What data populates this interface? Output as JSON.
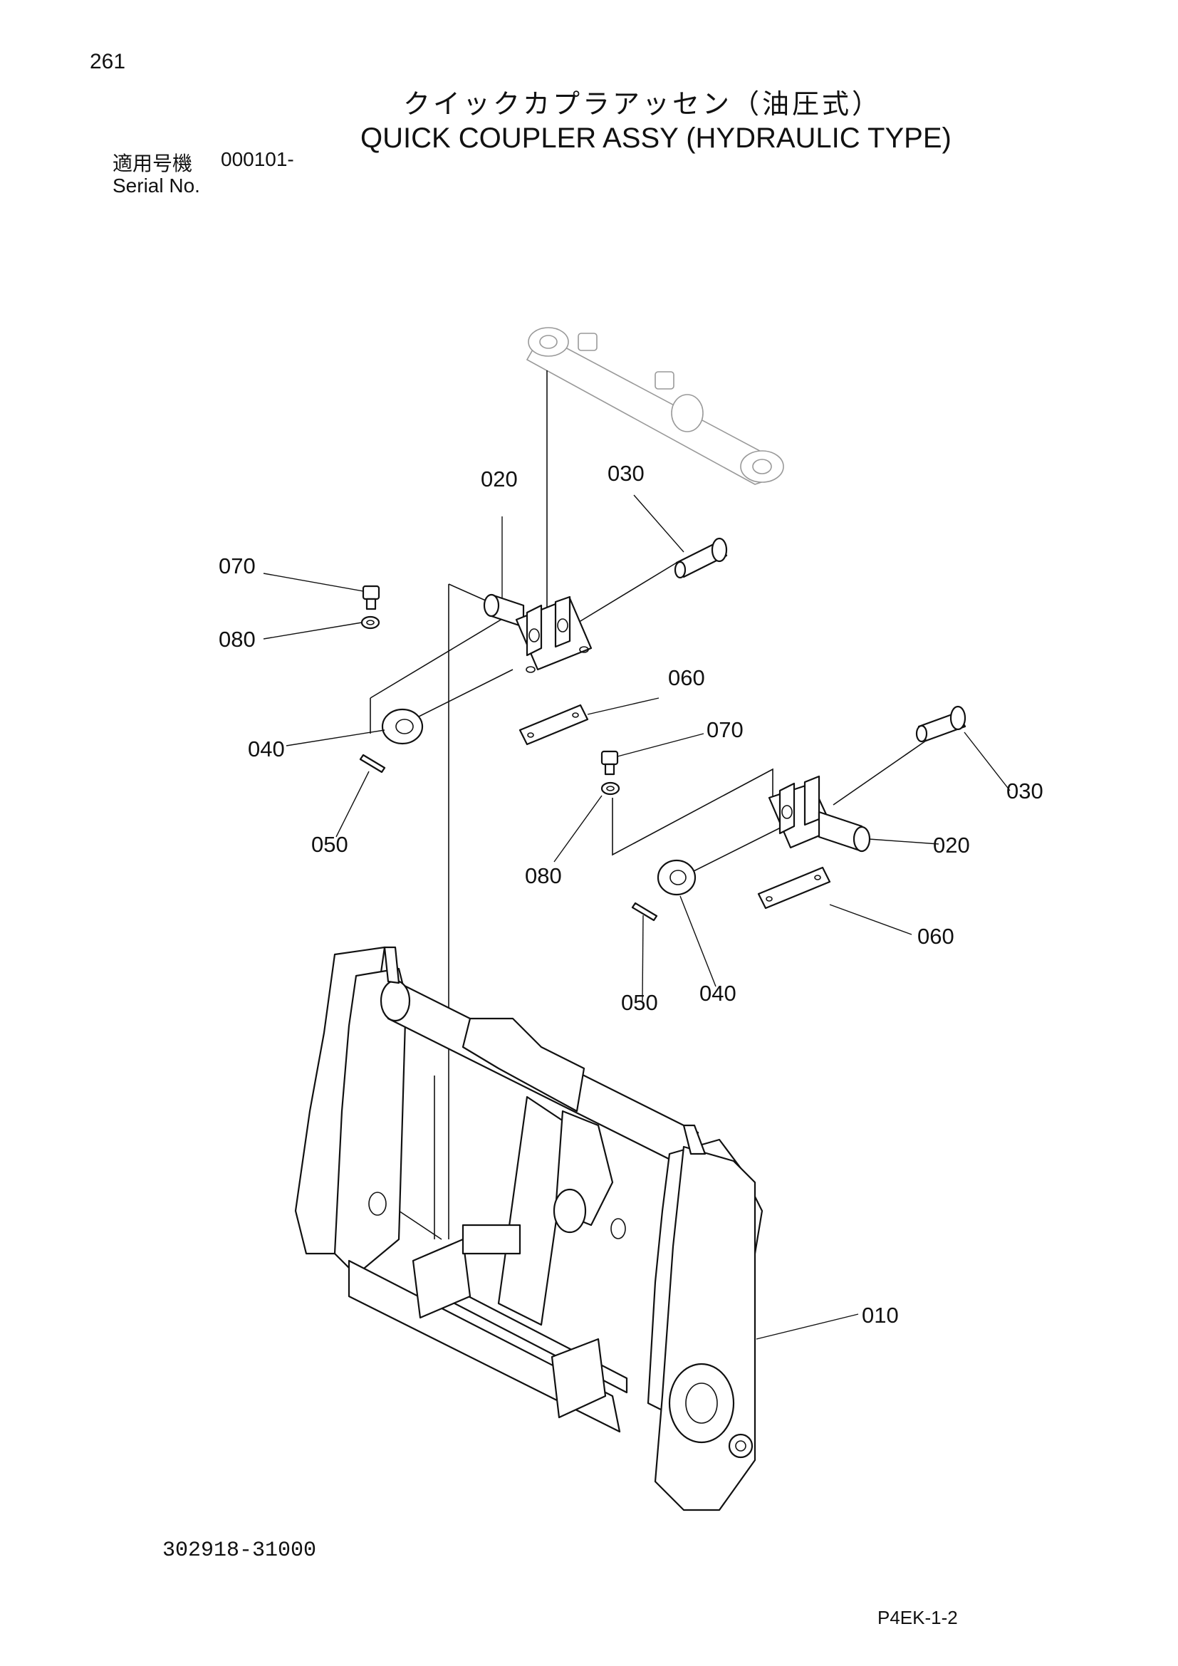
{
  "page": {
    "number": "261",
    "title_jp": "クイックカプラアッセン（油圧式）",
    "title_en": "QUICK COUPLER ASSY (HYDRAULIC TYPE)",
    "serial_label_jp": "適用号機",
    "serial_range": "000101-",
    "serial_label_en": "Serial No.",
    "drawing_number": "302918-31000",
    "sheet_id": "P4EK-1-2"
  },
  "callouts": {
    "c010": "010",
    "c020a": "020",
    "c020b": "020",
    "c030a": "030",
    "c030b": "030",
    "c040a": "040",
    "c040b": "040",
    "c050a": "050",
    "c050b": "050",
    "c060a": "060",
    "c060b": "060",
    "c070a": "070",
    "c070b": "070",
    "c080a": "080",
    "c080b": "080"
  }
}
